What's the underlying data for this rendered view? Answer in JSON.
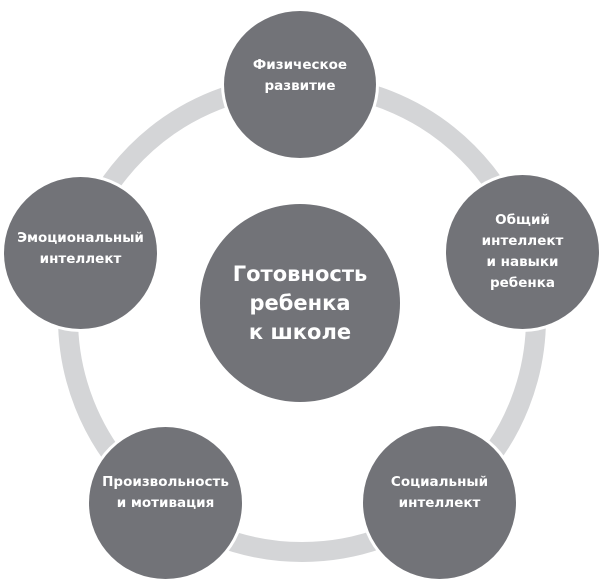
{
  "colors": {
    "node": "#727378",
    "ring": "#d4d5d7",
    "text": "#ffffff"
  },
  "center": {
    "label": "Готовность\nребенка\nк школе"
  },
  "nodes": [
    {
      "label": "Физическое\nразвитие"
    },
    {
      "label": "Общий\nинтеллект\nи навыки\nребенка"
    },
    {
      "label": "Социальный\nинтеллект"
    },
    {
      "label": "Произвольность\nи мотивация"
    },
    {
      "label": "Эмоциональный\nинтеллект"
    }
  ]
}
